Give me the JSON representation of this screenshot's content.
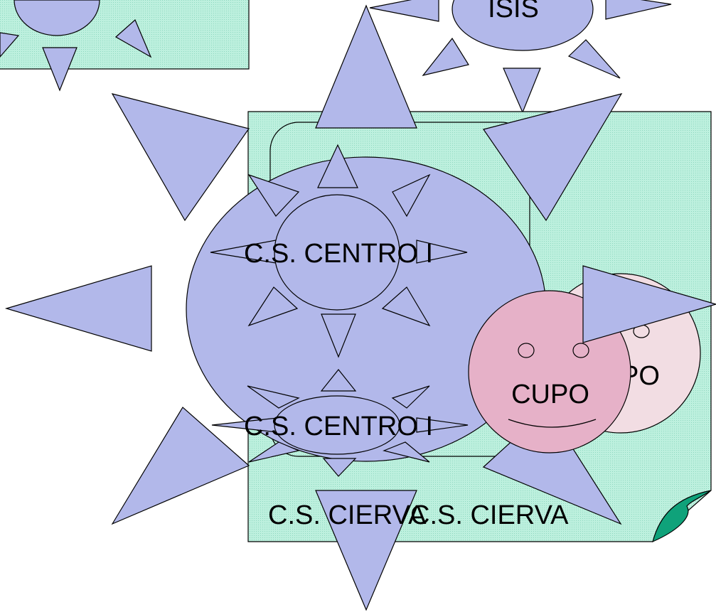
{
  "labels": {
    "isis": "ISIS",
    "centro_large": "C.S. CENTRO I",
    "centro_small": "C.S. CENTRO I",
    "cierva_left": "C.S. CIERVA",
    "cierva_right": "C.S. CIERVA",
    "cupo_front": "CUPO",
    "cupo_back": "CUPO"
  },
  "colors": {
    "sun_fill": "#b2b8ea",
    "note_fill": "#bdf0de",
    "note_dot": "#8fd8c0",
    "fold_fill": "#0fa27a",
    "face_front": "#e6b1c8",
    "face_back": "#f2dde3",
    "stroke": "#000000"
  }
}
